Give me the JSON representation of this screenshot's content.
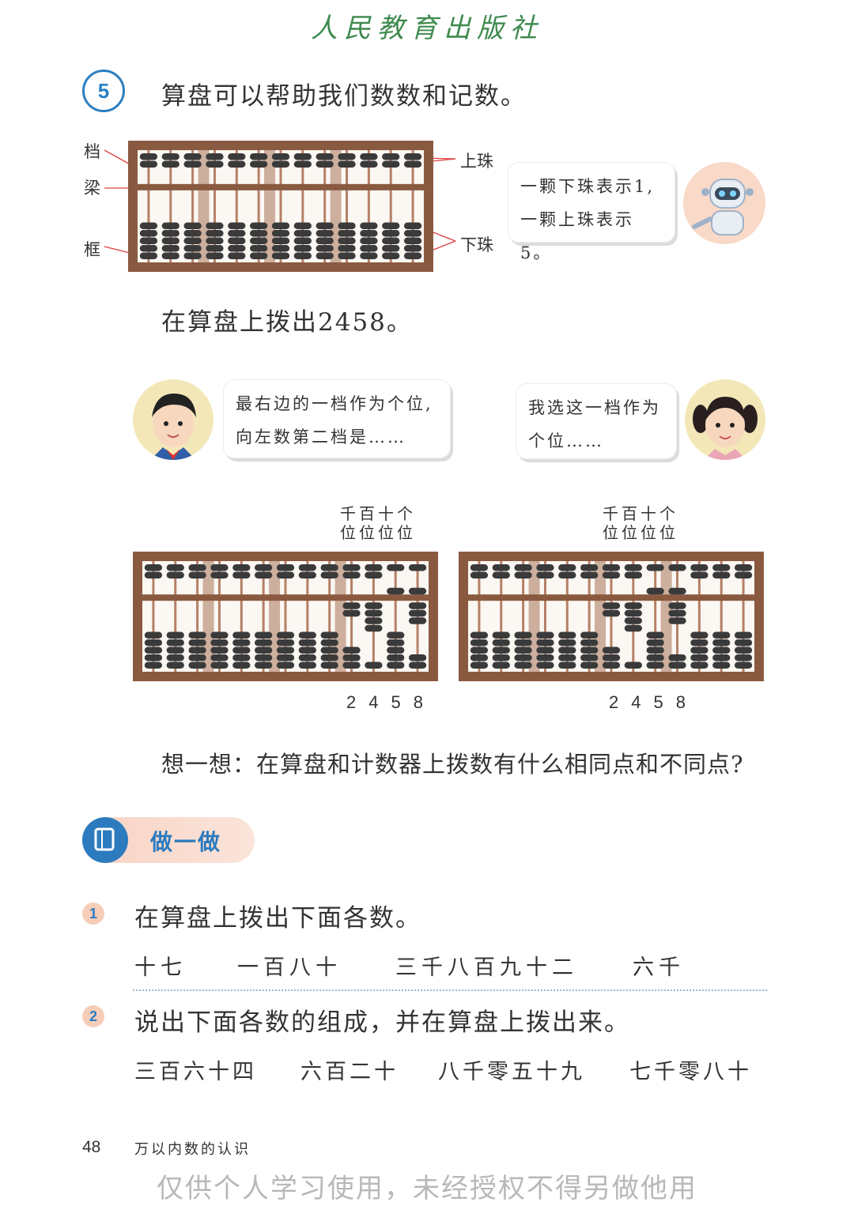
{
  "publisher": "人民教育出版社",
  "example": {
    "number": "5",
    "intro": "算盘可以帮助我们数数和记数。",
    "labels": {
      "dang": "档",
      "liang": "梁",
      "kuang": "框",
      "upper_bead": "上珠",
      "lower_bead": "下珠"
    },
    "robot_bubble": [
      "一颗下珠表示1,",
      "一颗上珠表示5。"
    ],
    "task": "在算盘上拨出2458。",
    "boy_bubble": [
      "最右边的一档作为个位,",
      "向左数第二档是……"
    ],
    "girl_bubble": [
      "我选这一档作为",
      "个位……"
    ],
    "place_values_top": "千百十个",
    "place_values_bottom": "位位位位",
    "digits": "2458",
    "think": "想一想：在算盘和计数器上拨数有什么相同点和不同点?"
  },
  "do_it": {
    "title": "做一做",
    "exercises": [
      {
        "number": "1",
        "instruction": "在算盘上拨出下面各数。",
        "items": [
          "十七",
          "一百八十",
          "三千八百九十二",
          "六千"
        ]
      },
      {
        "number": "2",
        "instruction": "说出下面各数的组成，并在算盘上拨出来。",
        "items": [
          "三百六十四",
          "六百二十",
          "八千零五十九",
          "七千零八十"
        ]
      }
    ]
  },
  "footer": {
    "page": "48",
    "chapter": "万以内数的认识"
  },
  "watermark": "仅供个人学习使用，未经授权不得另做他用",
  "colors": {
    "frame": "#8a5a40",
    "bead": "#3a3a3a",
    "accent_blue": "#2b7fc1"
  }
}
